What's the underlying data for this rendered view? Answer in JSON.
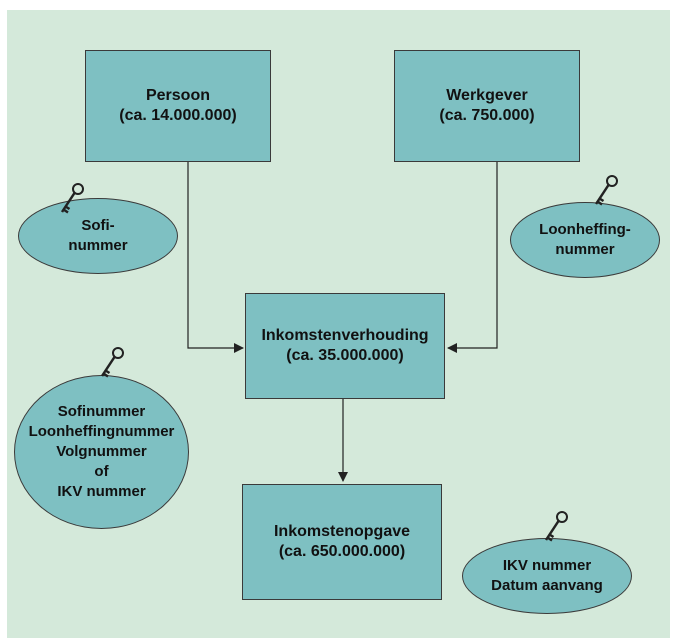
{
  "boxes": {
    "persoon": {
      "line1": "Persoon",
      "line2": "(ca. 14.000.000)"
    },
    "werkgever": {
      "line1": "Werkgever",
      "line2": "(ca. 750.000)"
    },
    "inkomstenverhouding": {
      "line1": "Inkomstenverhouding",
      "line2": "(ca. 35.000.000)"
    },
    "inkomstenopgave": {
      "line1": "Inkomstenopgave",
      "line2": "(ca. 650.000.000)"
    }
  },
  "keys": {
    "sofi": [
      "Sofi-",
      "nummer"
    ],
    "loonheffing": [
      "Loonheffing-",
      "nummer"
    ],
    "ikv_composite": [
      "Sofinummer",
      "Loonheffingnummer",
      "Volgnummer",
      "of",
      "IKV nummer"
    ],
    "opgave": [
      "IKV nummer",
      "Datum aanvang"
    ]
  },
  "colors": {
    "background": "#d4e9da",
    "shape_fill": "#7ec0c2",
    "line": "#222222"
  },
  "icons": [
    "key-icon"
  ]
}
